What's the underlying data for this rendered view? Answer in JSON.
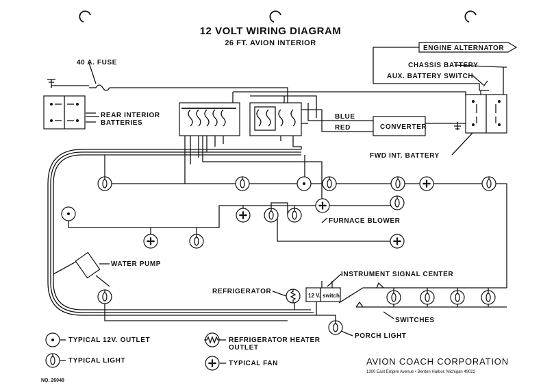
{
  "title": "12 VOLT WIRING DIAGRAM",
  "subtitle": "26 FT. AVION INTERIOR",
  "labels": {
    "fuse": "40 A. FUSE",
    "rear_batteries": [
      "REAR INTERIOR",
      "BATTERIES"
    ],
    "engine_alternator": "ENGINE ALTERNATOR",
    "chassis_battery": "CHASSIS BATTERY",
    "aux_battery_switch": "AUX. BATTERY SWITCH",
    "blue": "BLUE",
    "red": "RED",
    "converter": "CONVERTER",
    "fwd_battery": "FWD INT. BATTERY",
    "furnace_blower": "FURNACE BLOWER",
    "water_pump": "WATER PUMP",
    "refrigerator": "REFRIGERATOR",
    "instrument_center": "INSTRUMENT SIGNAL CENTER",
    "twelve_v": "12 V.",
    "switch": "switch",
    "switches": "SWITCHES",
    "porch_light": "PORCH LIGHT"
  },
  "legend": {
    "outlet": "TYPICAL 12V. OUTLET",
    "light": "TYPICAL LIGHT",
    "heater": [
      "REFRIGERATOR HEATER",
      "OUTLET"
    ],
    "fan": "TYPICAL FAN"
  },
  "footer": {
    "company": "AVION COACH CORPORATION",
    "address": "1300 East Empire Avenue • Benton Harbor, Michigan 49022",
    "doc_number": "NO. 26048"
  }
}
